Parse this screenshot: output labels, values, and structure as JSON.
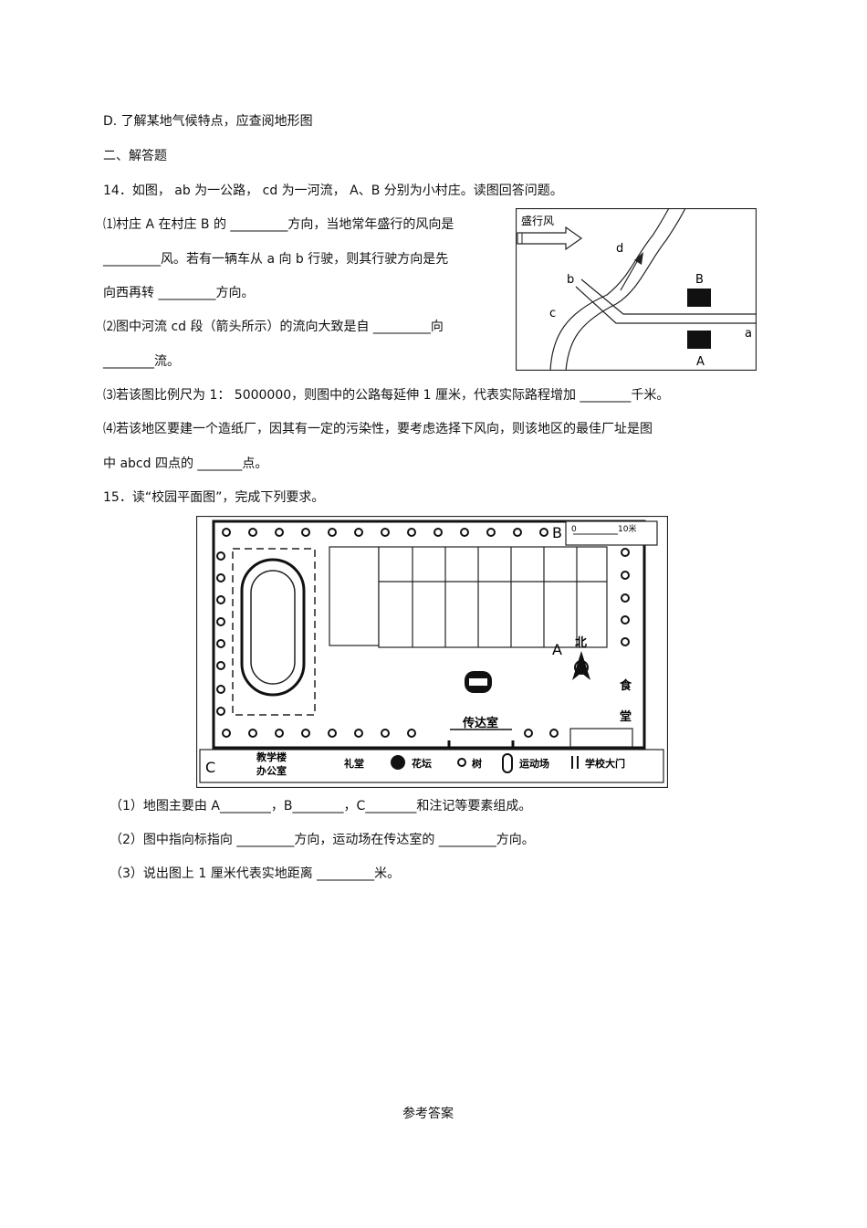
{
  "lines": {
    "l1": "D.  了解某地气候特点，应查阅地形图",
    "l2": "二、解答题",
    "l3": "14．如图，   ab 为一公路，   cd  为一河流，    A、B 分别为小村庄。读图回答问题。",
    "l4": "⑴村庄   A 在村庄   B 的 _________方向，当地常年盛行的风向是",
    "l5": "_________风。若有一辆车从     a  向  b  行驶，则其行驶方向是先",
    "l6": "向西再转  _________方向。",
    "l7": "⑵图中河流     cd  段（箭头所示）的流向大致是自         _________向",
    "l8": "________流。",
    "l9": "⑶若该图比例尺为     1：  5000000，则图中的公路每延伸       1 厘米，代表实际路程增加       ________千米。",
    "l10": "⑷若该地区要建一个造纸厂，因其有一定的污染性，要考虑选择下风向，则该地区的最佳厂址是图",
    "l11": "中  abcd 四点的  _______点。",
    "l12": "15．读“校园平面图”，完成下列要求。",
    "l13": "（1）地图主要由    A________，B________，C________和注记等要素组成。",
    "l14": "（2）图中指向标指向    _________方向，运动场在传达室的     _________方向。",
    "l15": "（3）说出图上    1 厘米代表实地距离    _________米。",
    "l16": "参考答案"
  },
  "fig14": {
    "wind": "盛行风",
    "a": "a",
    "b": "b",
    "c": "c",
    "d": "d",
    "A": "A",
    "B": "B"
  },
  "fig15": {
    "B": "B",
    "scale0": "0",
    "scale10": "10米",
    "A": "A",
    "north": "北",
    "shi": "食",
    "tang": "堂",
    "gate_room": "传达室",
    "C": "C",
    "legend_building1": "教学楼",
    "legend_building2": "办公室",
    "legend_hall": "礼堂",
    "legend_flower": "花坛",
    "legend_tree": "树",
    "legend_field": "运动场",
    "legend_gate": "学校大门"
  }
}
